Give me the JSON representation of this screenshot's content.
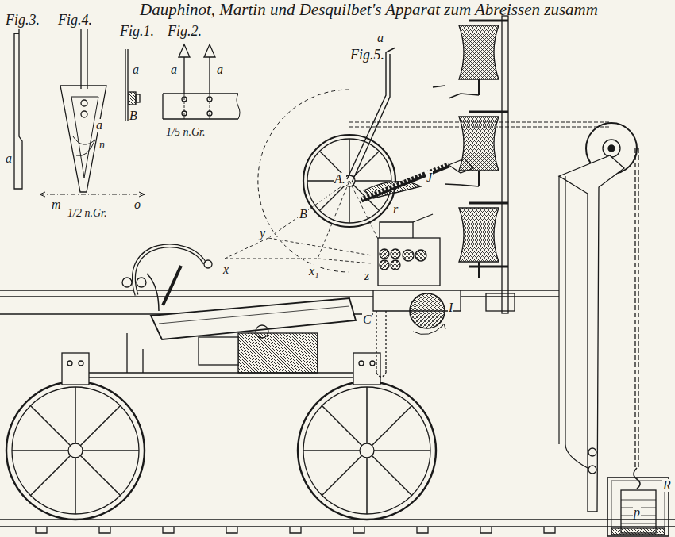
{
  "diagram": {
    "title": "Dauphinot, Martin und Desquilbet's Apparat zum Abreissen zusamm",
    "labels": [
      "Fig.3.",
      "Fig.4.",
      "Fig.1.",
      "Fig.2.",
      "Fig.5.",
      "a",
      "a",
      "n",
      "m",
      "o",
      "1/2 n.Gr.",
      "a",
      "B",
      "a",
      "a",
      "1/5 n.Gr.",
      "a",
      "A.",
      "J",
      "B",
      "r",
      "y",
      "x",
      "x₁",
      "z",
      "C",
      "I",
      "p",
      "R"
    ]
  }
}
